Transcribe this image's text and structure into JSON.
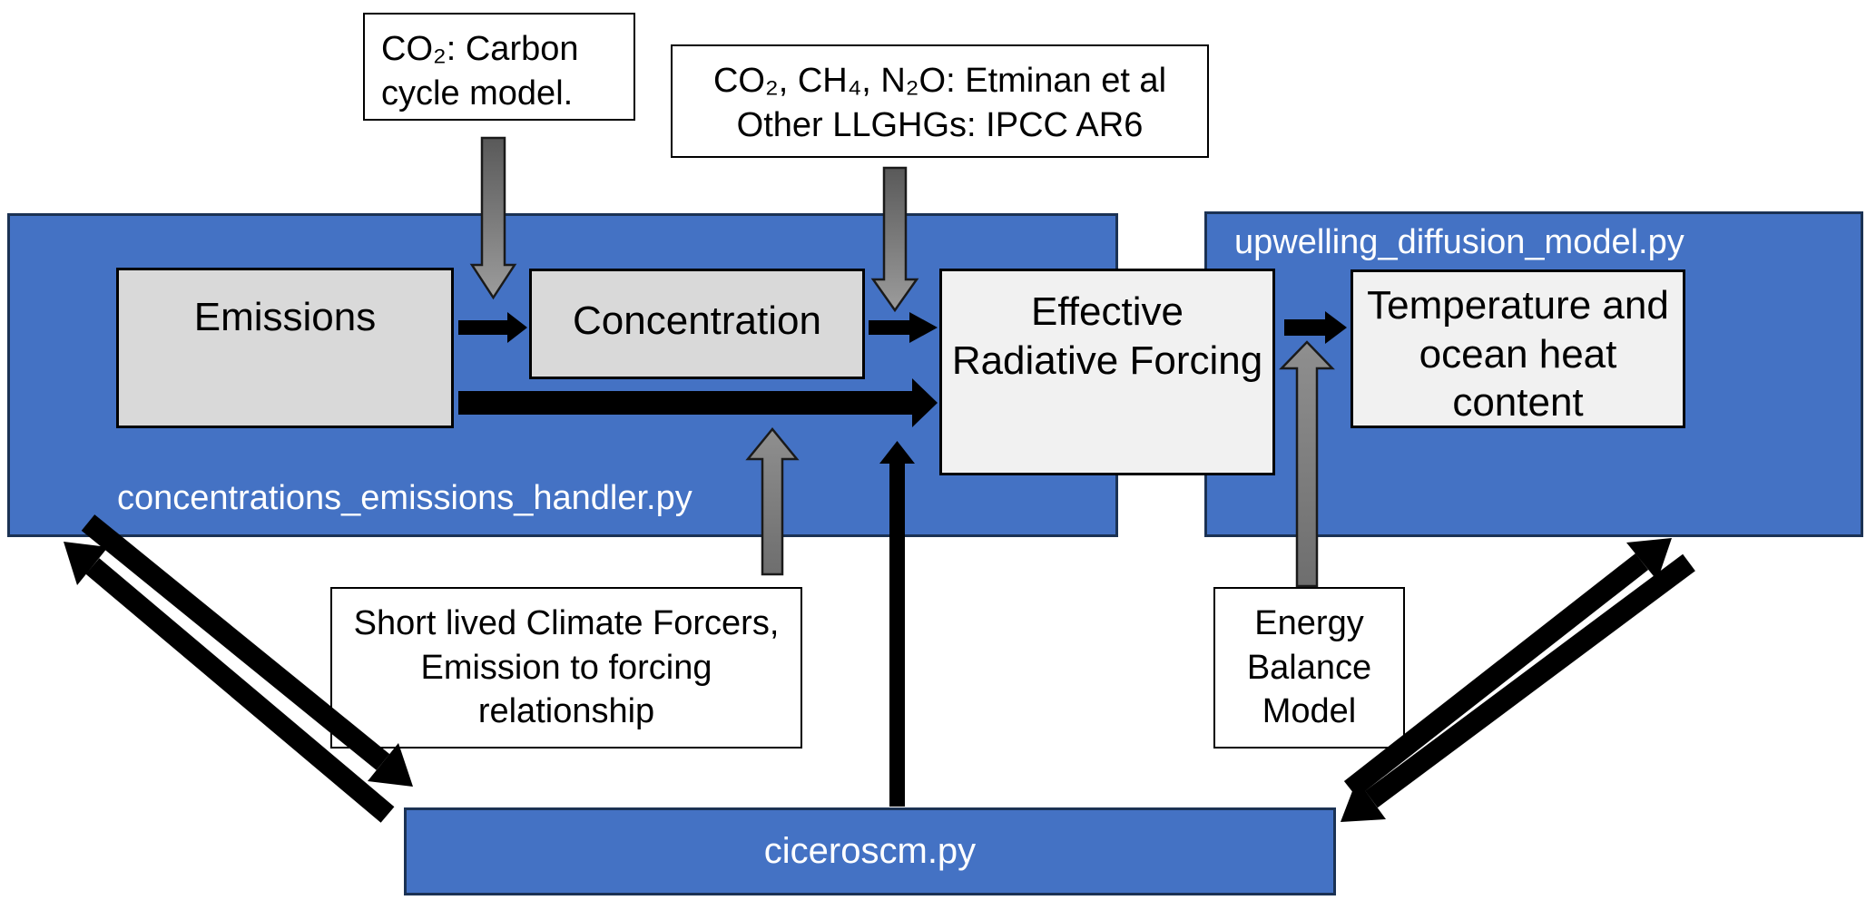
{
  "diagram_title": "",
  "colors": {
    "panel_blue": "#4472C4",
    "panel_border": "#1B3254",
    "inner_box_gray": "#D9D9D9",
    "inner_box_light": "#F1F1F1",
    "annotation_bg": "#FFFFFF",
    "arrow_gray_dark": "#595959",
    "arrow_gray_light": "#9C9C9C",
    "arrow_black": "#000000",
    "panel_label_text": "#FFFFFF",
    "box_text": "#000000"
  },
  "panels": {
    "concentrations": {
      "label": "concentrations_emissions_handler.py"
    },
    "upwelling": {
      "label": "upwelling_diffusion_model.py"
    },
    "ciceroscm": {
      "label": "ciceroscm.py"
    }
  },
  "boxes": {
    "emissions": {
      "label": "Emissions"
    },
    "concentration": {
      "label": "Concentration"
    },
    "erf": {
      "lines": [
        "Effective",
        "Radiative Forcing"
      ]
    },
    "temperature": {
      "lines": [
        "Temperature and",
        "ocean heat",
        "content"
      ]
    }
  },
  "annotations": {
    "carbon_cycle": {
      "lines": [
        "CO₂: Carbon",
        "cycle model."
      ]
    },
    "ghg_forcing": {
      "lines": [
        "CO₂, CH₄, N₂O: Etminan et al",
        "Other LLGHGs: IPCC AR6"
      ]
    },
    "slcf": {
      "lines": [
        "Short lived Climate Forcers,",
        "Emission to forcing",
        "relationship"
      ]
    },
    "energy_balance": {
      "lines": [
        "Energy",
        "Balance",
        "Model"
      ]
    }
  },
  "arrows": [
    {
      "name": "carbon-cycle-to-concentration",
      "style": "gray",
      "direction": "down"
    },
    {
      "name": "ghg-forcing-to-erf",
      "style": "gray",
      "direction": "down"
    },
    {
      "name": "emissions-to-concentration",
      "style": "black",
      "direction": "right"
    },
    {
      "name": "concentration-to-erf",
      "style": "black",
      "direction": "right"
    },
    {
      "name": "emissions-to-erf-long",
      "style": "black",
      "direction": "right"
    },
    {
      "name": "erf-to-temperature",
      "style": "black",
      "direction": "right"
    },
    {
      "name": "slcf-up-to-handler",
      "style": "gray",
      "direction": "up"
    },
    {
      "name": "ciceroscm-up-to-erf",
      "style": "black",
      "direction": "up"
    },
    {
      "name": "energy-balance-up-to-temperature",
      "style": "gray",
      "direction": "up"
    },
    {
      "name": "ciceroscm-handler-exchange",
      "style": "black-double",
      "direction": "diagonal-bidirectional"
    },
    {
      "name": "ciceroscm-upwelling-exchange",
      "style": "black-double",
      "direction": "diagonal-bidirectional"
    }
  ]
}
